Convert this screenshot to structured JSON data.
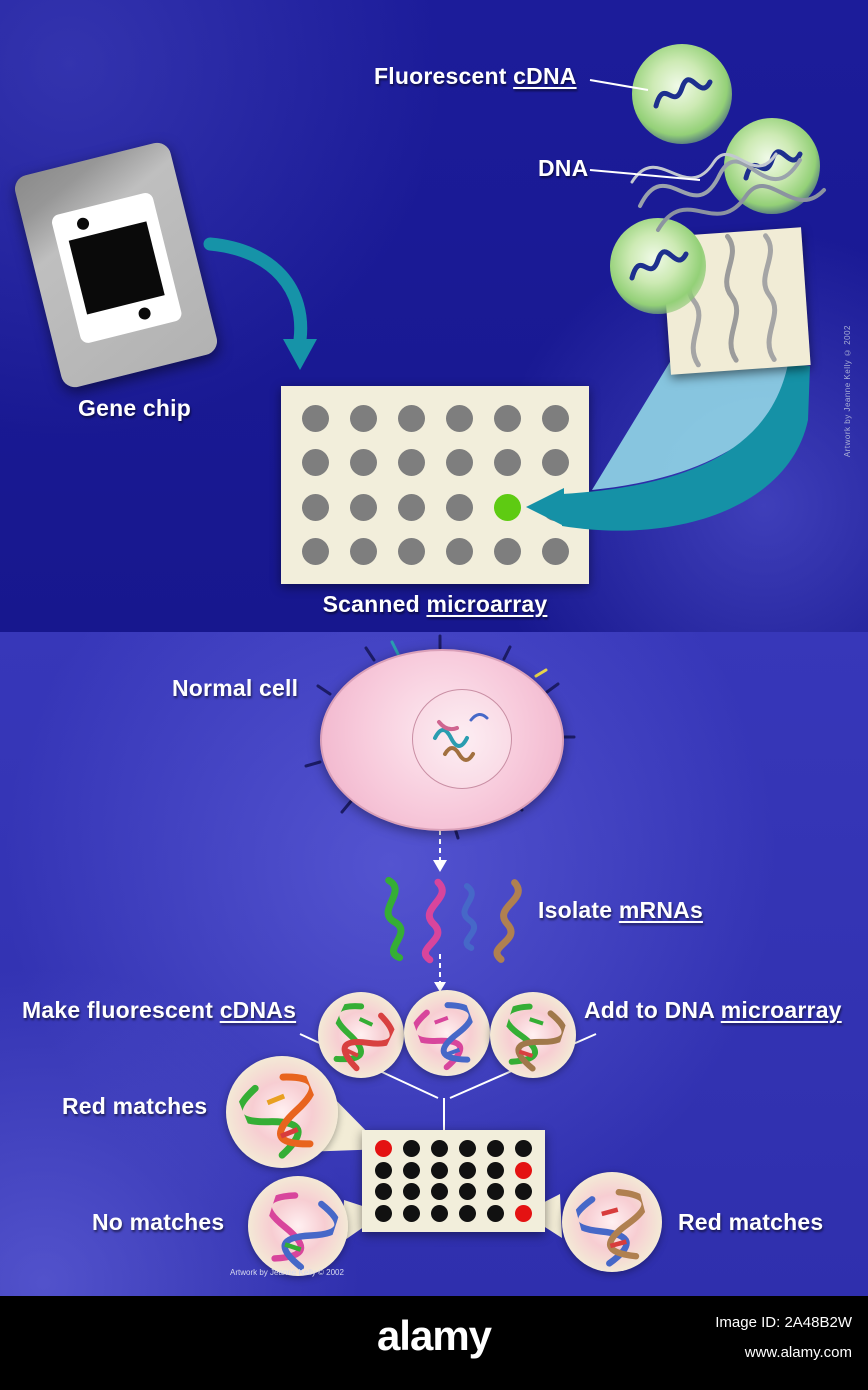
{
  "colors": {
    "accent_teal": "#1693a8",
    "panel_top_blue": "#1c1c9a",
    "panel_bottom_blue": "#3737b9",
    "array_cream": "#f2eedb",
    "cell_pink": "#f7c8da",
    "fluorescent_green": "#93d077",
    "match_red": "#e41212"
  },
  "top_panel": {
    "fluorescent_cdna_prefix": "Fluorescent ",
    "fluorescent_cdna_term": "cDNA",
    "dna_label": "DNA",
    "gene_chip_label": "Gene chip",
    "scanned_prefix": "Scanned ",
    "scanned_term": "microarray",
    "credit_vertical": "Artwork by Jeanne Kelly © 2002",
    "microarray": {
      "rows": 4,
      "cols": 6,
      "dot_color": "#7e7e7e",
      "special": [
        {
          "row": 2,
          "col": 4,
          "color": "#5ecb12"
        }
      ]
    }
  },
  "bottom_panel": {
    "normal_cell_label": "Normal cell",
    "isolate_prefix": "Isolate ",
    "isolate_term": "mRNAs",
    "make_prefix": "Make fluorescent ",
    "make_term": "cDNAs",
    "add_prefix": "Add to DNA ",
    "add_term": "microarray",
    "red_matches_top_label": "Red matches",
    "no_matches_label": "No matches",
    "red_matches_right_label": "Red matches",
    "credit": "Artwork by Jeanne Kelly © 2002",
    "microarray": {
      "rows": 4,
      "cols": 6,
      "dot_color": "#111111",
      "special": [
        {
          "row": 0,
          "col": 0,
          "color": "#e41212"
        },
        {
          "row": 1,
          "col": 5,
          "color": "#e41212"
        },
        {
          "row": 3,
          "col": 5,
          "color": "#e41212"
        }
      ]
    }
  },
  "footer": {
    "brand": "alamy",
    "image_id": "Image ID: 2A48B2W",
    "url": "www.alamy.com"
  }
}
